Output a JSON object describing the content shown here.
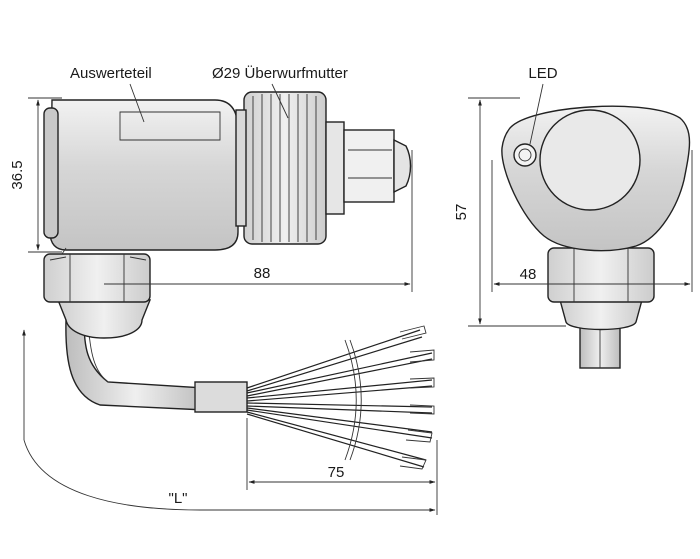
{
  "labels": {
    "evaluation_unit": "Auswerteteil",
    "union_nut": "Ø29 Überwurfmutter",
    "led": "LED"
  },
  "dimensions": {
    "height_left": "36.5",
    "length_total": "88",
    "height_right": "57",
    "width_right": "48",
    "wire_length": "75",
    "cable_length": "\"L\""
  },
  "colors": {
    "body_light": "#e8e8e8",
    "body_mid": "#cfcfcf",
    "body_dark": "#b5b5b5",
    "line": "#222222"
  }
}
